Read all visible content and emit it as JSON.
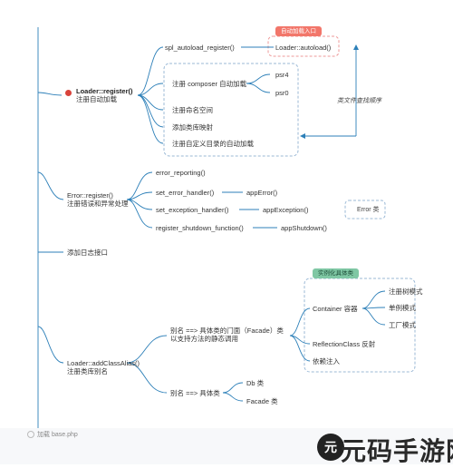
{
  "root": {
    "title": "Loader::register()",
    "subtitle": "注册自动加载"
  },
  "autoload": {
    "spl_label": "spl_autoload_register()",
    "entry_tag": "自动加载入口",
    "loader_autoload": "Loader::autoload()",
    "composer": "注册 composer 自动加载",
    "psr4": "psr4",
    "psr0": "psr0",
    "namespace": "注册命名空间",
    "classmap": "添加类库映射",
    "custom_dir": "注册自定义目录的自动加载",
    "lookup_note": "类文件查找顺序"
  },
  "error": {
    "title": "Error::register()",
    "subtitle": "注册错误和异常处理",
    "items": [
      {
        "label": "error_reporting()",
        "handler": ""
      },
      {
        "label": "set_error_handler()",
        "handler": "appError()"
      },
      {
        "label": "set_exception_handler()",
        "handler": "appException()"
      },
      {
        "label": "register_shutdown_function()",
        "handler": "appShutdown()"
      }
    ],
    "class_note": "Error 类"
  },
  "log": {
    "title": "添加日志接口"
  },
  "alias": {
    "title": "Loader::addClassAlias()",
    "subtitle": "注册类库别名",
    "facade_line1": "别名 ==> 具体类的门面（Facade）类",
    "facade_line2": "以支持方法的静态调用",
    "instance_tag": "实例化具体类",
    "container": "Container 容器",
    "container_items": [
      "注册树模式",
      "单例模式",
      "工厂模式"
    ],
    "reflection": "ReflectionClass 反射",
    "di": "依赖注入",
    "concrete": "别名 ==> 具体类",
    "concrete_items": [
      "Db 类",
      "Facade 类"
    ]
  },
  "footer": {
    "label": "加载 base.php"
  },
  "watermark": {
    "text": "元码手游网"
  },
  "colors": {
    "line": "#2c7fb8",
    "dashed": "#9bb9d6",
    "accent": "#d9433b"
  }
}
